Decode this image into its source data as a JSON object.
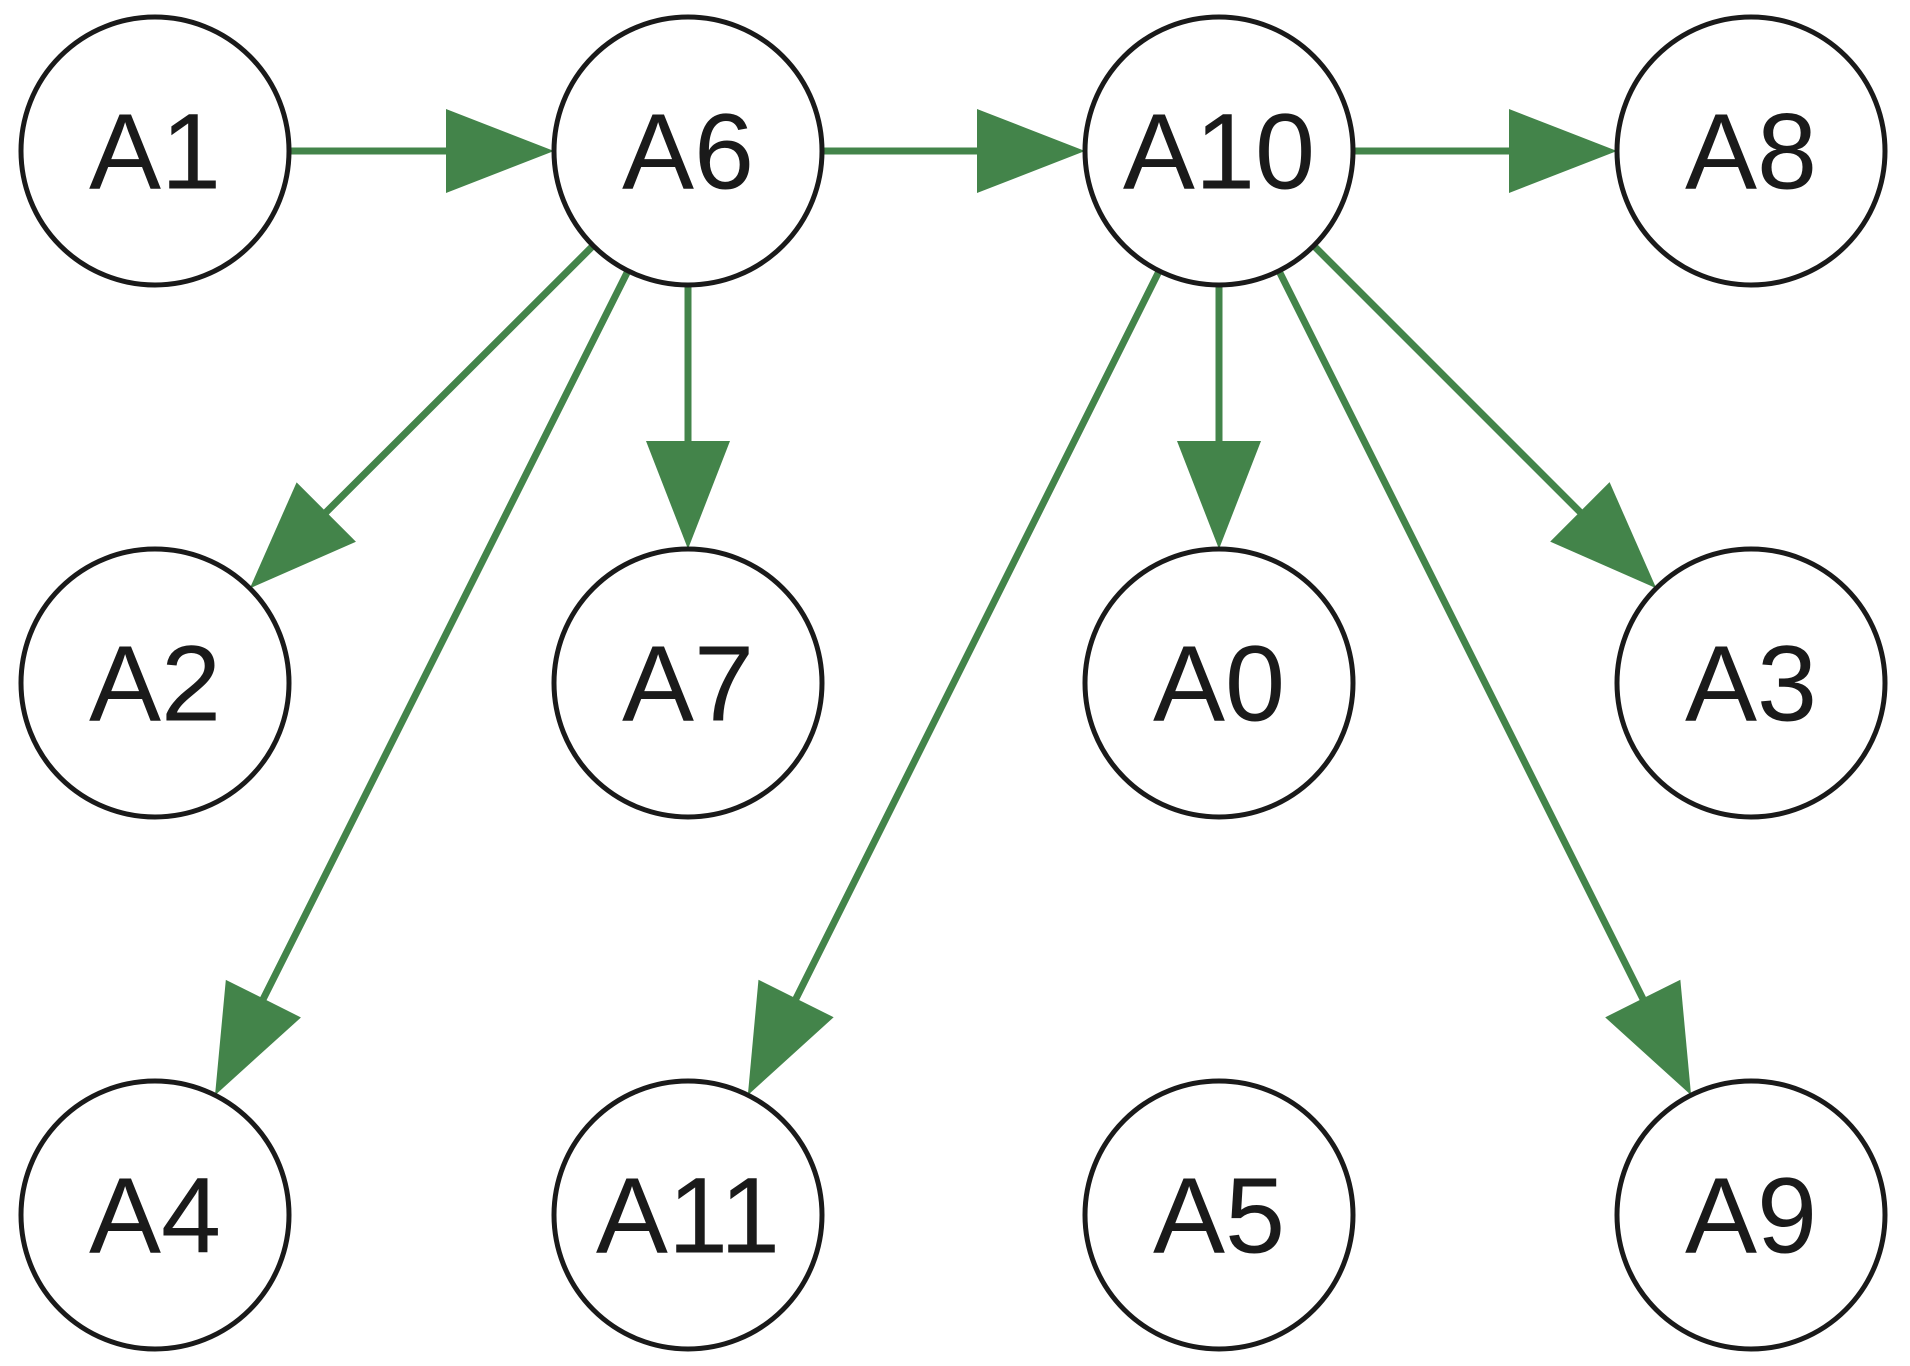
{
  "diagram": {
    "colors": {
      "edge": "#43844a",
      "node_stroke": "#1a1a1a",
      "node_fill": "#ffffff",
      "text": "#1a1a1a"
    },
    "nodes": [
      {
        "id": "A1",
        "label": "A1"
      },
      {
        "id": "A6",
        "label": "A6"
      },
      {
        "id": "A10",
        "label": "A10"
      },
      {
        "id": "A8",
        "label": "A8"
      },
      {
        "id": "A2",
        "label": "A2"
      },
      {
        "id": "A7",
        "label": "A7"
      },
      {
        "id": "A0",
        "label": "A0"
      },
      {
        "id": "A3",
        "label": "A3"
      },
      {
        "id": "A4",
        "label": "A4"
      },
      {
        "id": "A11",
        "label": "A11"
      },
      {
        "id": "A5",
        "label": "A5"
      },
      {
        "id": "A9",
        "label": "A9"
      }
    ],
    "edges": [
      {
        "from": "A1",
        "to": "A6"
      },
      {
        "from": "A6",
        "to": "A10"
      },
      {
        "from": "A10",
        "to": "A8"
      },
      {
        "from": "A6",
        "to": "A2"
      },
      {
        "from": "A6",
        "to": "A4"
      },
      {
        "from": "A6",
        "to": "A7"
      },
      {
        "from": "A10",
        "to": "A11"
      },
      {
        "from": "A10",
        "to": "A0"
      },
      {
        "from": "A10",
        "to": "A9"
      },
      {
        "from": "A10",
        "to": "A3"
      }
    ]
  }
}
